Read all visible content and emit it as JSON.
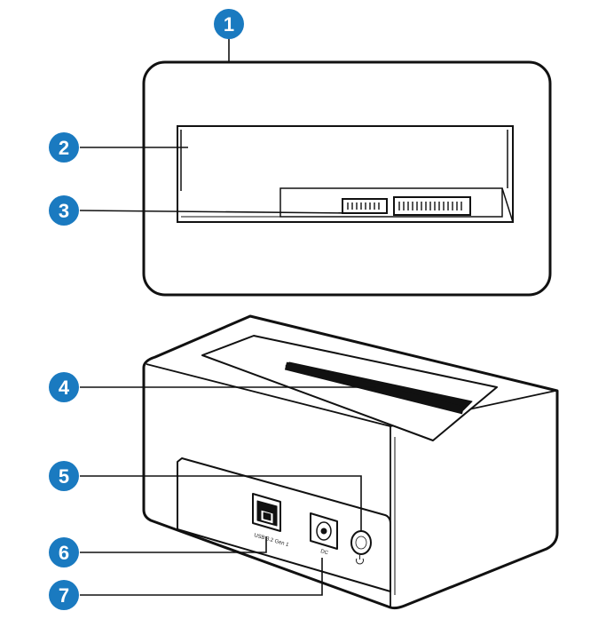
{
  "accent": "#1a7ac0",
  "callouts": [
    {
      "number": "1",
      "target": "top-view"
    },
    {
      "number": "2",
      "target": "drive-bay"
    },
    {
      "number": "3",
      "target": "sata-connector"
    },
    {
      "number": "4",
      "target": "drive-slot"
    },
    {
      "number": "5",
      "target": "power-button"
    },
    {
      "number": "6",
      "target": "usb-port"
    },
    {
      "number": "7",
      "target": "dc-input"
    }
  ],
  "labels": {
    "usb": "USB 3.2 Gen 1",
    "dc": "DC",
    "power_icon": "power-icon"
  }
}
